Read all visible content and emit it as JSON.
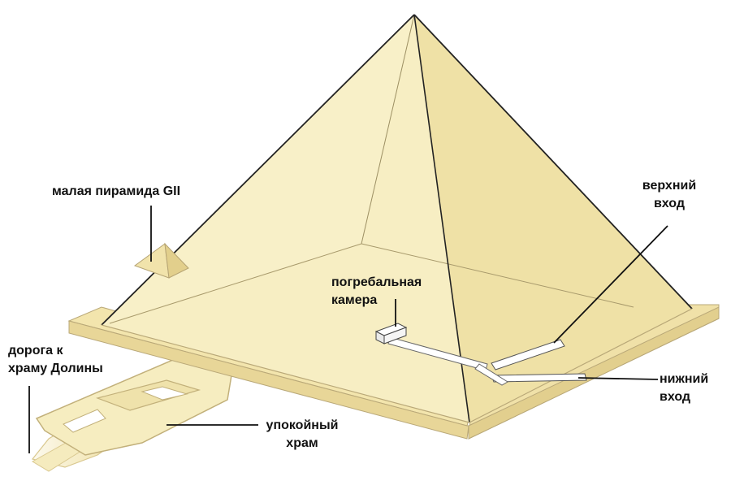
{
  "labels": {
    "small_pyramid": "малая пирамида GII",
    "upper_entrance": [
      "верхний",
      "вход"
    ],
    "burial_chamber": [
      "погребальная",
      "камера"
    ],
    "causeway": [
      "дорога к",
      "храму Долины"
    ],
    "lower_entrance": [
      "нижний",
      "вход"
    ],
    "mortuary_temple": [
      "упокойный",
      "храм"
    ]
  },
  "colors": {
    "stone_light": "#f8f0c6",
    "stone_mid": "#efe1a4",
    "stone_dark": "#e5d28c",
    "base_side": "#eddca0",
    "edge": "#222222",
    "outline": "#bfae7a",
    "leader": "#111111"
  }
}
